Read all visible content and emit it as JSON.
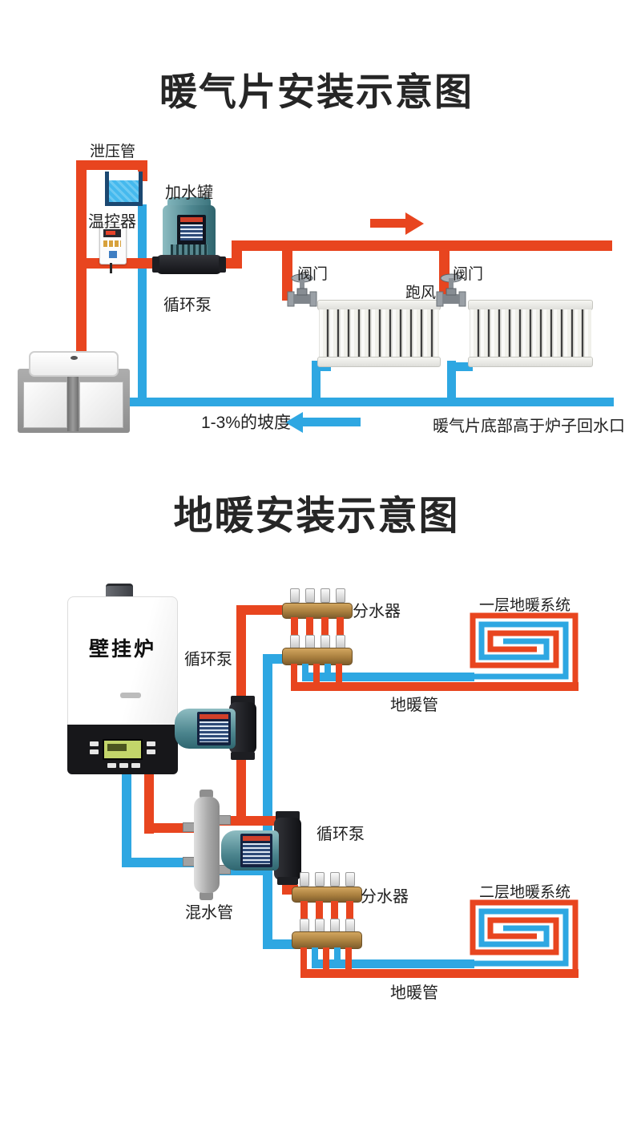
{
  "colors": {
    "hot_pipe": "#e8451f",
    "cold_pipe": "#2ea7e2"
  },
  "diagram1": {
    "title": "暖气片安装示意图",
    "labels": {
      "relief_pipe": "泄压管",
      "water_tank": "加水罐",
      "thermostat": "温控器",
      "circulation_pump": "循环泵",
      "valve_left": "阀门",
      "air_vent": "跑风",
      "valve_right": "阀门",
      "slope": "1-3%的坡度",
      "return_note": "暖气片底部高于炉子回水口"
    }
  },
  "diagram2": {
    "title": "地暖安装示意图",
    "labels": {
      "boiler": "壁挂炉",
      "circulation_pump_upper": "循环泵",
      "manifold_upper": "分水器",
      "floor1_system": "一层地暖系统",
      "floor_pipe_upper": "地暖管",
      "mixing_pipe": "混水管",
      "circulation_pump_lower": "循环泵",
      "manifold_lower": "分水器",
      "floor2_system": "二层地暖系统",
      "floor_pipe_lower": "地暖管"
    }
  }
}
